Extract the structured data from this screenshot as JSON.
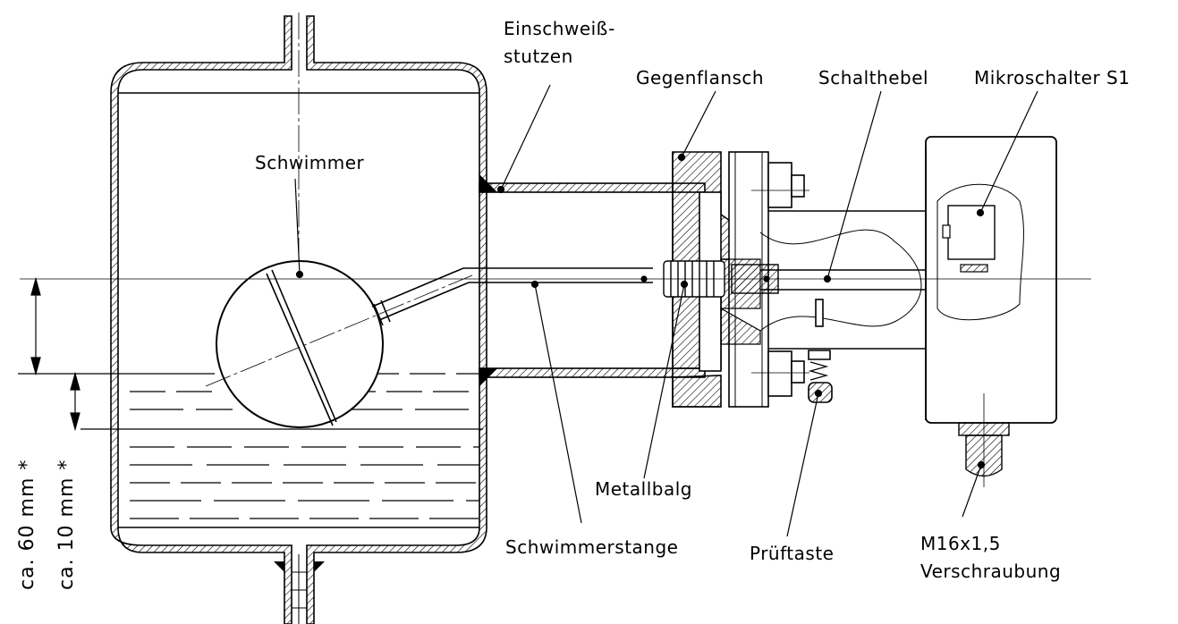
{
  "diagram": {
    "labels": {
      "einschweiss_line1": "Einschweiß-",
      "einschweiss_line2": "stutzen",
      "gegenflansch": "Gegenflansch",
      "schalthebel": "Schalthebel",
      "mikroschalter": "Mikroschalter S1",
      "schwimmer": "Schwimmer",
      "metallbalg": "Metallbalg",
      "schwimmerstange": "Schwimmerstange",
      "prueftaste": "Prüftaste",
      "verschraubung_line1": "M16x1,5",
      "verschraubung_line2": "Verschraubung",
      "dim_60": "ca. 60 mm *",
      "dim_10": "ca. 10 mm *"
    }
  }
}
